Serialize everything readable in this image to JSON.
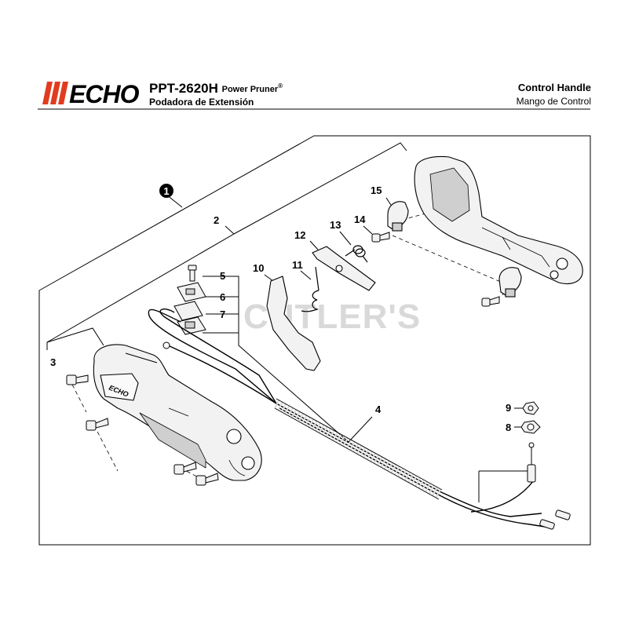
{
  "header": {
    "brand": "ECHO",
    "model": "PPT-2620H",
    "product_en": "Power Pruner",
    "registered_mark": "®",
    "product_es": "Podadora de Extensión",
    "section_en": "Control Handle",
    "section_es": "Mango de Control"
  },
  "colors": {
    "brand_red": "#e03c1f",
    "line": "#000000",
    "part_fill": "#f2f2f2",
    "part_shade": "#cfcfcf",
    "watermark": "#d9d9d9"
  },
  "watermark": "CUTLER'S",
  "part_callouts": {
    "assembly": "1",
    "p2": "2",
    "p3": "3",
    "p4": "4",
    "p5": "5",
    "p6": "6",
    "p7": "7",
    "p8": "8",
    "p9": "9",
    "p10": "10",
    "p11": "11",
    "p12": "12",
    "p13": "13",
    "p14": "14",
    "p15": "15"
  }
}
